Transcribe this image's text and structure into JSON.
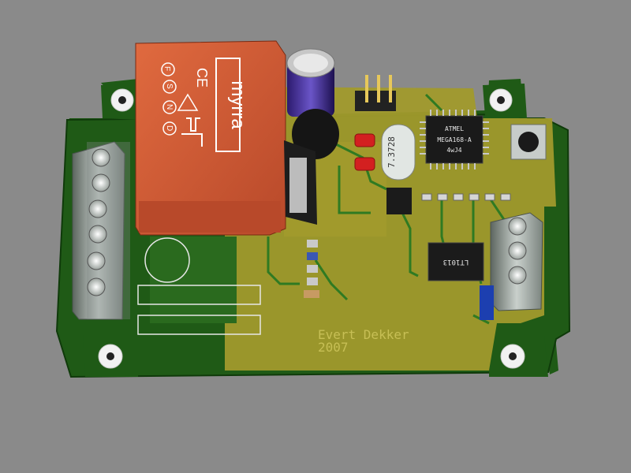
{
  "scene": {
    "background": "#8a8a8a",
    "board_color": "#1f5a16",
    "copper_pour_color": "#a19a2c",
    "trace_color": "#2f7a22"
  },
  "transformer": {
    "brand": "myrra",
    "marks": [
      "CE",
      "F",
      "S",
      "N",
      "D"
    ]
  },
  "crystal": {
    "label": "7.3728"
  },
  "mcu": {
    "logo": "ATMEL",
    "part": "MEGA168-A",
    "code": "4wJ4"
  },
  "opamp": {
    "label": "LT1013"
  },
  "credit": {
    "name": "Evert Dekker",
    "year": "2007"
  }
}
